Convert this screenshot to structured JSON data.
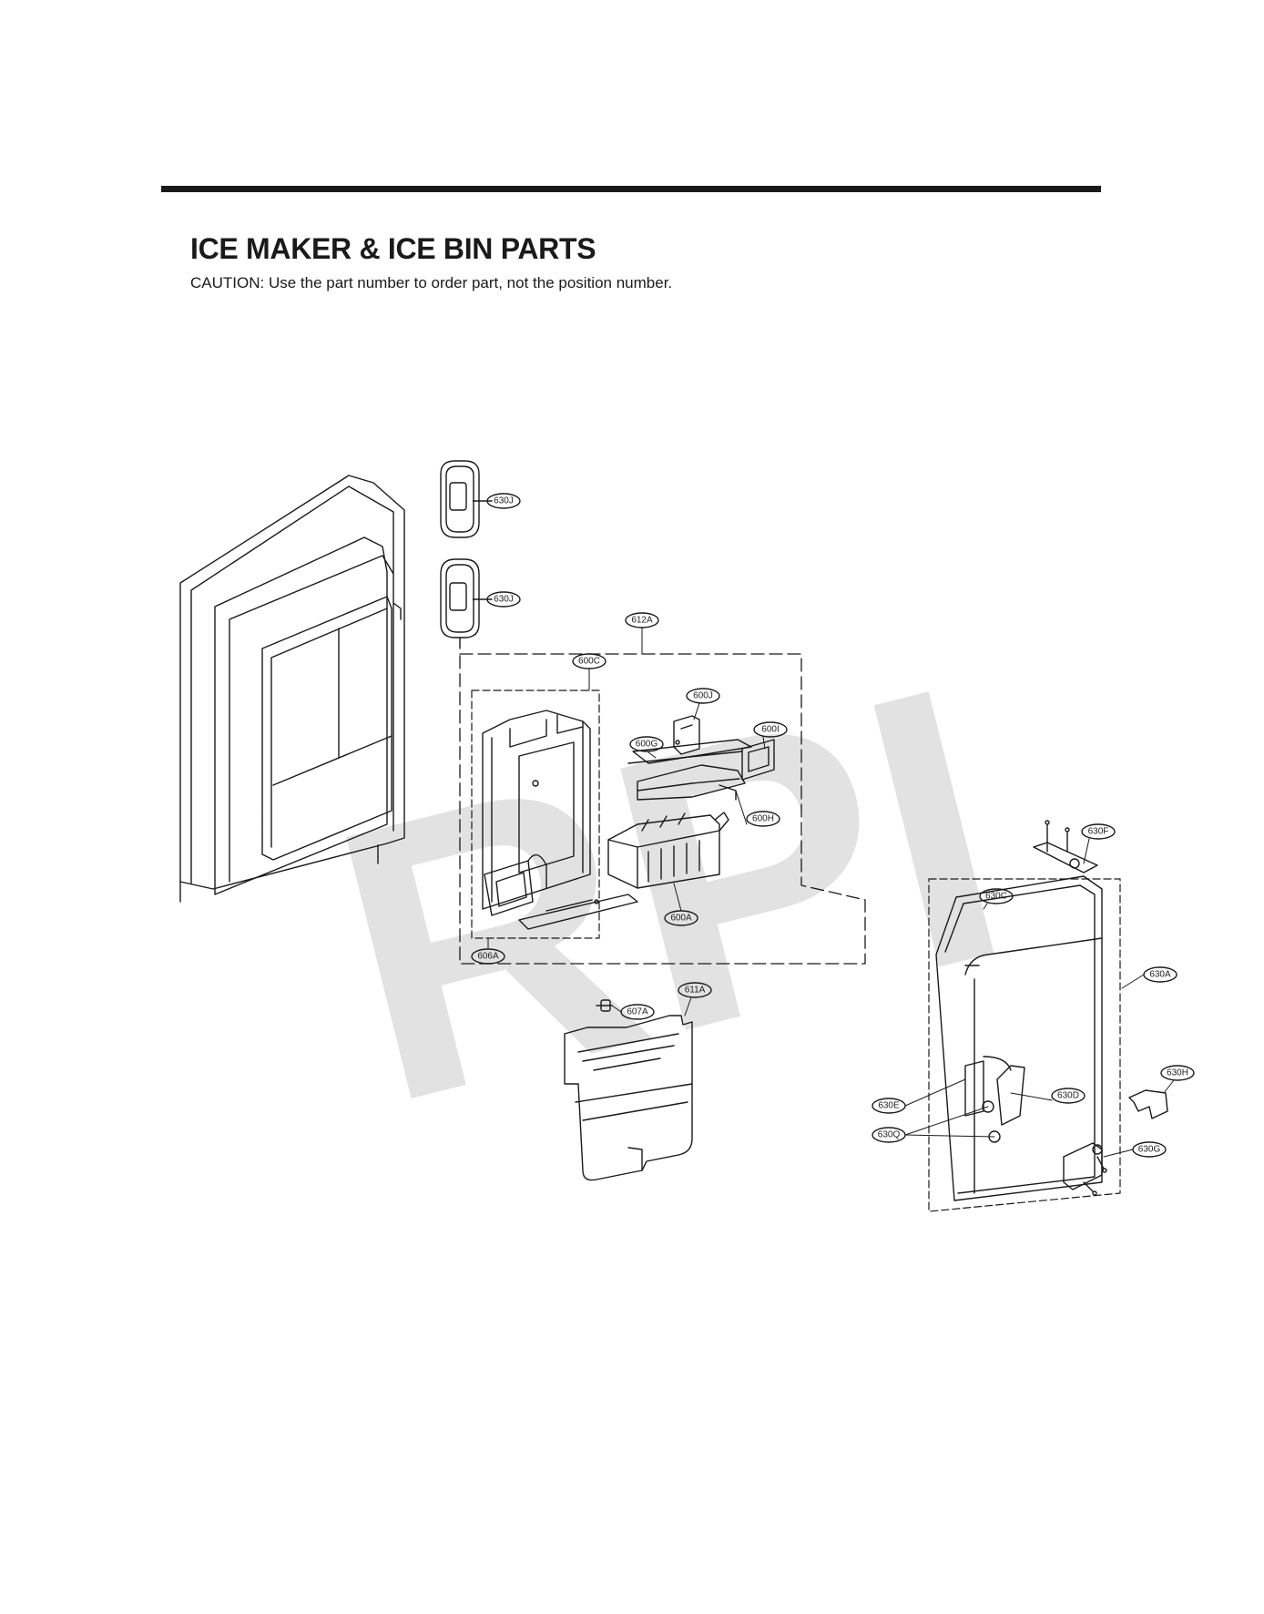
{
  "page": {
    "title": "ICE MAKER & ICE BIN PARTS",
    "caution": "CAUTION: Use the part number to order part, not the position number.",
    "watermark": "RPI"
  },
  "callouts": [
    {
      "id": "630J-top",
      "label": "630J"
    },
    {
      "id": "630J-bottom",
      "label": "630J"
    },
    {
      "id": "612A",
      "label": "612A"
    },
    {
      "id": "600C",
      "label": "600C"
    },
    {
      "id": "600J",
      "label": "600J"
    },
    {
      "id": "600I",
      "label": "600I"
    },
    {
      "id": "600G",
      "label": "600G"
    },
    {
      "id": "600H",
      "label": "600H"
    },
    {
      "id": "600A",
      "label": "600A"
    },
    {
      "id": "606A",
      "label": "606A"
    },
    {
      "id": "607A",
      "label": "607A"
    },
    {
      "id": "611A",
      "label": "611A"
    },
    {
      "id": "630F",
      "label": "630F"
    },
    {
      "id": "630C",
      "label": "630C"
    },
    {
      "id": "630A",
      "label": "630A"
    },
    {
      "id": "630H",
      "label": "630H"
    },
    {
      "id": "630D",
      "label": "630D"
    },
    {
      "id": "630E",
      "label": "630E"
    },
    {
      "id": "630Q",
      "label": "630Q"
    },
    {
      "id": "630G",
      "label": "630G"
    }
  ],
  "colors": {
    "ink": "#1a1a1a",
    "watermark": "#e2e2e2"
  }
}
